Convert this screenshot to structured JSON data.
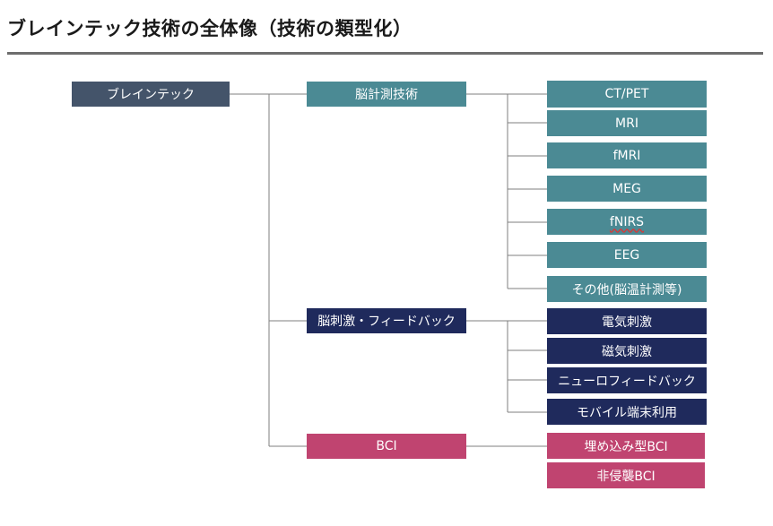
{
  "title": "ブレインテック技術の全体像（技術の類型化）",
  "colors": {
    "root": "#44546a",
    "measurement": "#4b8a94",
    "stimulation": "#1f2a5c",
    "bci": "#c04470",
    "connector": "#7f7f7f"
  },
  "diagram": {
    "root": "ブレインテック",
    "categories": [
      {
        "label": "脳計測技術",
        "children": [
          "CT/PET",
          "MRI",
          "fMRI",
          "MEG",
          "fNIRS",
          "EEG",
          "その他(脳温計測等)"
        ]
      },
      {
        "label": "脳刺激・フィードバック",
        "children": [
          "電気刺激",
          "磁気刺激",
          "ニューロフィードバック",
          "モバイル端末利用"
        ]
      },
      {
        "label": "BCI",
        "children": [
          "埋め込み型BCI",
          "非侵襲BCI"
        ]
      }
    ]
  }
}
